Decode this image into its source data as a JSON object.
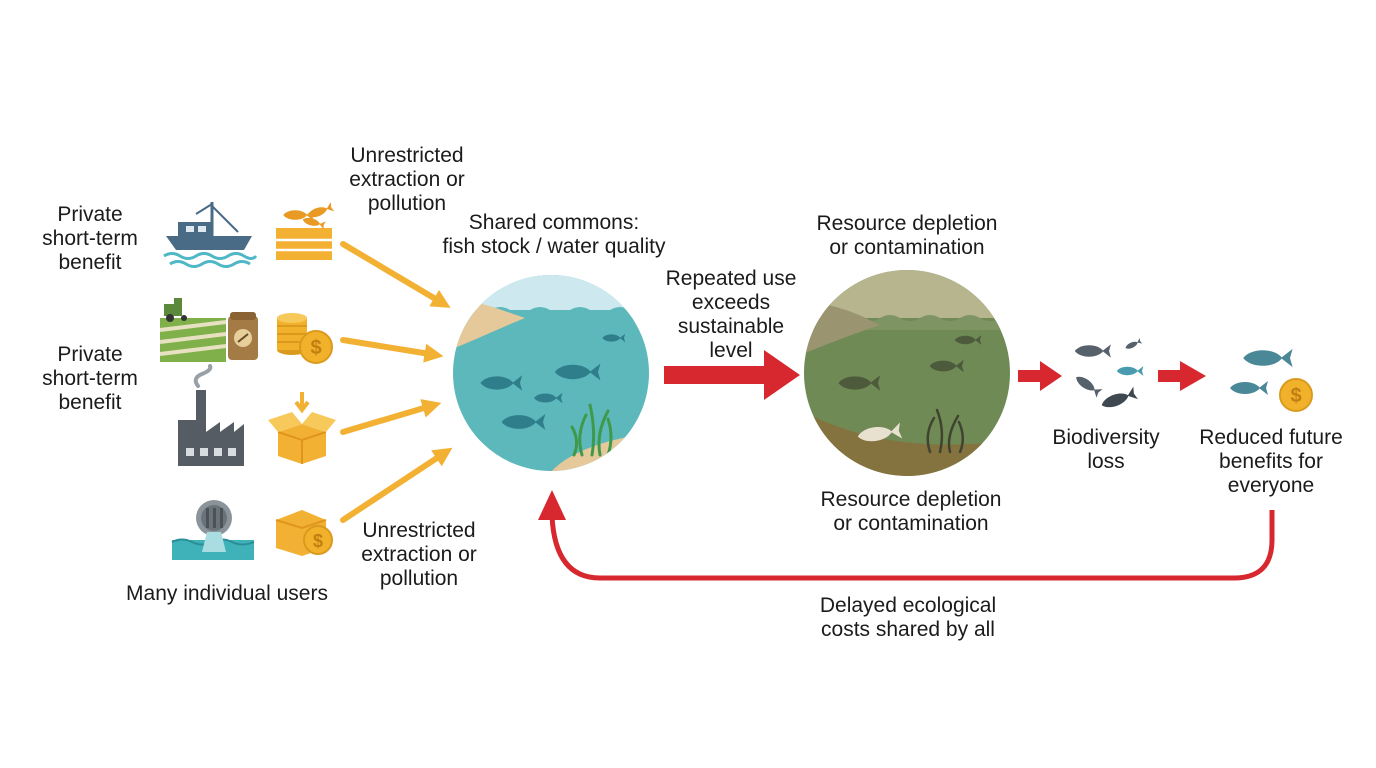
{
  "colors": {
    "arrow_orange": "#f3b133",
    "arrow_red": "#d7282f",
    "water_clean": "#5cb8bb",
    "water_polluted": "#6f8a55",
    "sand": "#e6c99a",
    "fish_clean": "#4a8797",
    "fish_grey": "#4d5862",
    "coin": "#f2b12a"
  },
  "labels": {
    "private_benefit_1": "Private\nshort-term\nbenefit",
    "private_benefit_2": "Private\nshort-term\nbenefit",
    "many_users": "Many individual users",
    "unrestricted_top": "Unrestricted\nextraction or\npollution",
    "unrestricted_bottom": "Unrestricted\nextraction or\npollution",
    "shared_commons": "Shared commons:\nfish stock / water quality",
    "repeated_use": "Repeated use\nexceeds\nsustainable\nlevel",
    "depletion_top": "Resource depletion\nor contamination",
    "depletion_bottom": "Resource depletion\nor contamination",
    "biodiversity_loss": "Biodiversity\nloss",
    "reduced_benefits": "Reduced future\nbenefits for\neveryone",
    "delayed_costs": "Delayed ecological\ncosts shared by all"
  },
  "icons": {
    "users": [
      "fishing-boat-icon",
      "farm-field-icon",
      "factory-icon",
      "outflow-pipe-icon"
    ],
    "benefits": [
      "fish-crate-icon",
      "coin-stack-icon",
      "open-box-icon",
      "box-coin-icon"
    ],
    "commons": "clean-water-icon",
    "depleted": "polluted-water-icon",
    "biodiversity": "scattered-fish-icon",
    "reduced": "fish-coin-icon"
  }
}
